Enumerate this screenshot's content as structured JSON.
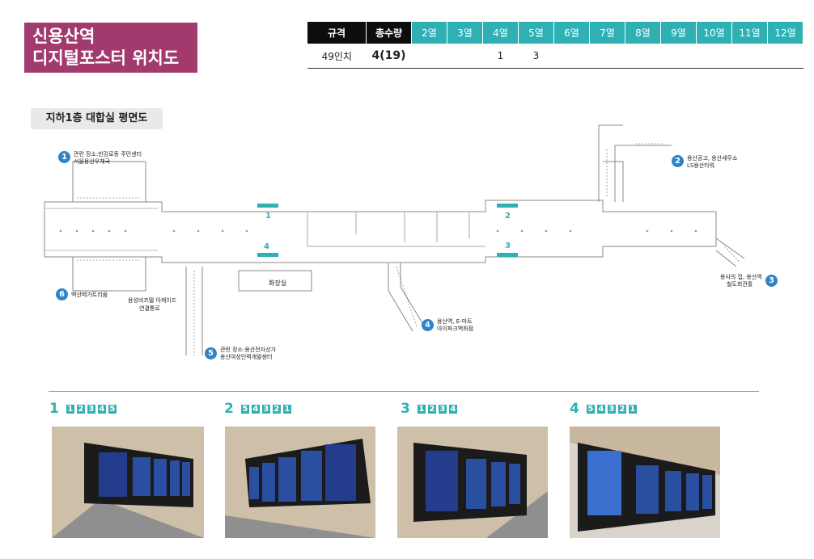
{
  "title": {
    "line1": "신용산역",
    "line2": "디지털포스터 위치도"
  },
  "spec_table": {
    "headers": [
      "규격",
      "총수량",
      "2열",
      "3열",
      "4열",
      "5열",
      "6열",
      "7열",
      "8열",
      "9열",
      "10열",
      "11열",
      "12열"
    ],
    "row": [
      "49인치",
      "4(19)",
      "",
      "",
      "1",
      "3",
      "",
      "",
      "",
      "",
      "",
      "",
      ""
    ]
  },
  "floor_label": "지하1층 대합실 평면도",
  "exits": [
    {
      "num": "1",
      "line1": "관련 장소:한강로동 주민센터",
      "line2": "서울용산우체국"
    },
    {
      "num": "2",
      "line1": "용산공고, 용산세무소",
      "line2": "LS용산타워"
    },
    {
      "num": "3",
      "line1": "용사의 집, 용산역",
      "line2": "철도회관홀"
    },
    {
      "num": "4",
      "line1": "용산역, E-마트",
      "line2": "아이파크백화점"
    },
    {
      "num": "5",
      "line1": "관련 장소:용산전자상가",
      "line2": "용산여성인력개발센터"
    },
    {
      "num": "6",
      "line1": "백산메가트리움",
      "line2": ""
    }
  ],
  "map_labels": {
    "restroom": "화장실",
    "underpass_line1": "용성비즈텔 아케이드",
    "underpass_line2": "연결통로",
    "marker1": "1",
    "marker2": "2",
    "marker3": "3",
    "marker4": "4"
  },
  "sections": [
    {
      "num": "1",
      "boxes": [
        "1",
        "2",
        "3",
        "4",
        "5"
      ]
    },
    {
      "num": "2",
      "boxes": [
        "5",
        "4",
        "3",
        "2",
        "1"
      ]
    },
    {
      "num": "3",
      "boxes": [
        "1",
        "2",
        "3",
        "4"
      ]
    },
    {
      "num": "4",
      "boxes": [
        "5",
        "4",
        "3",
        "2",
        "1"
      ]
    }
  ],
  "colors": {
    "title_bg": "#a33a6e",
    "teal": "#2fb0b5",
    "exit_blue": "#2f83c7"
  }
}
